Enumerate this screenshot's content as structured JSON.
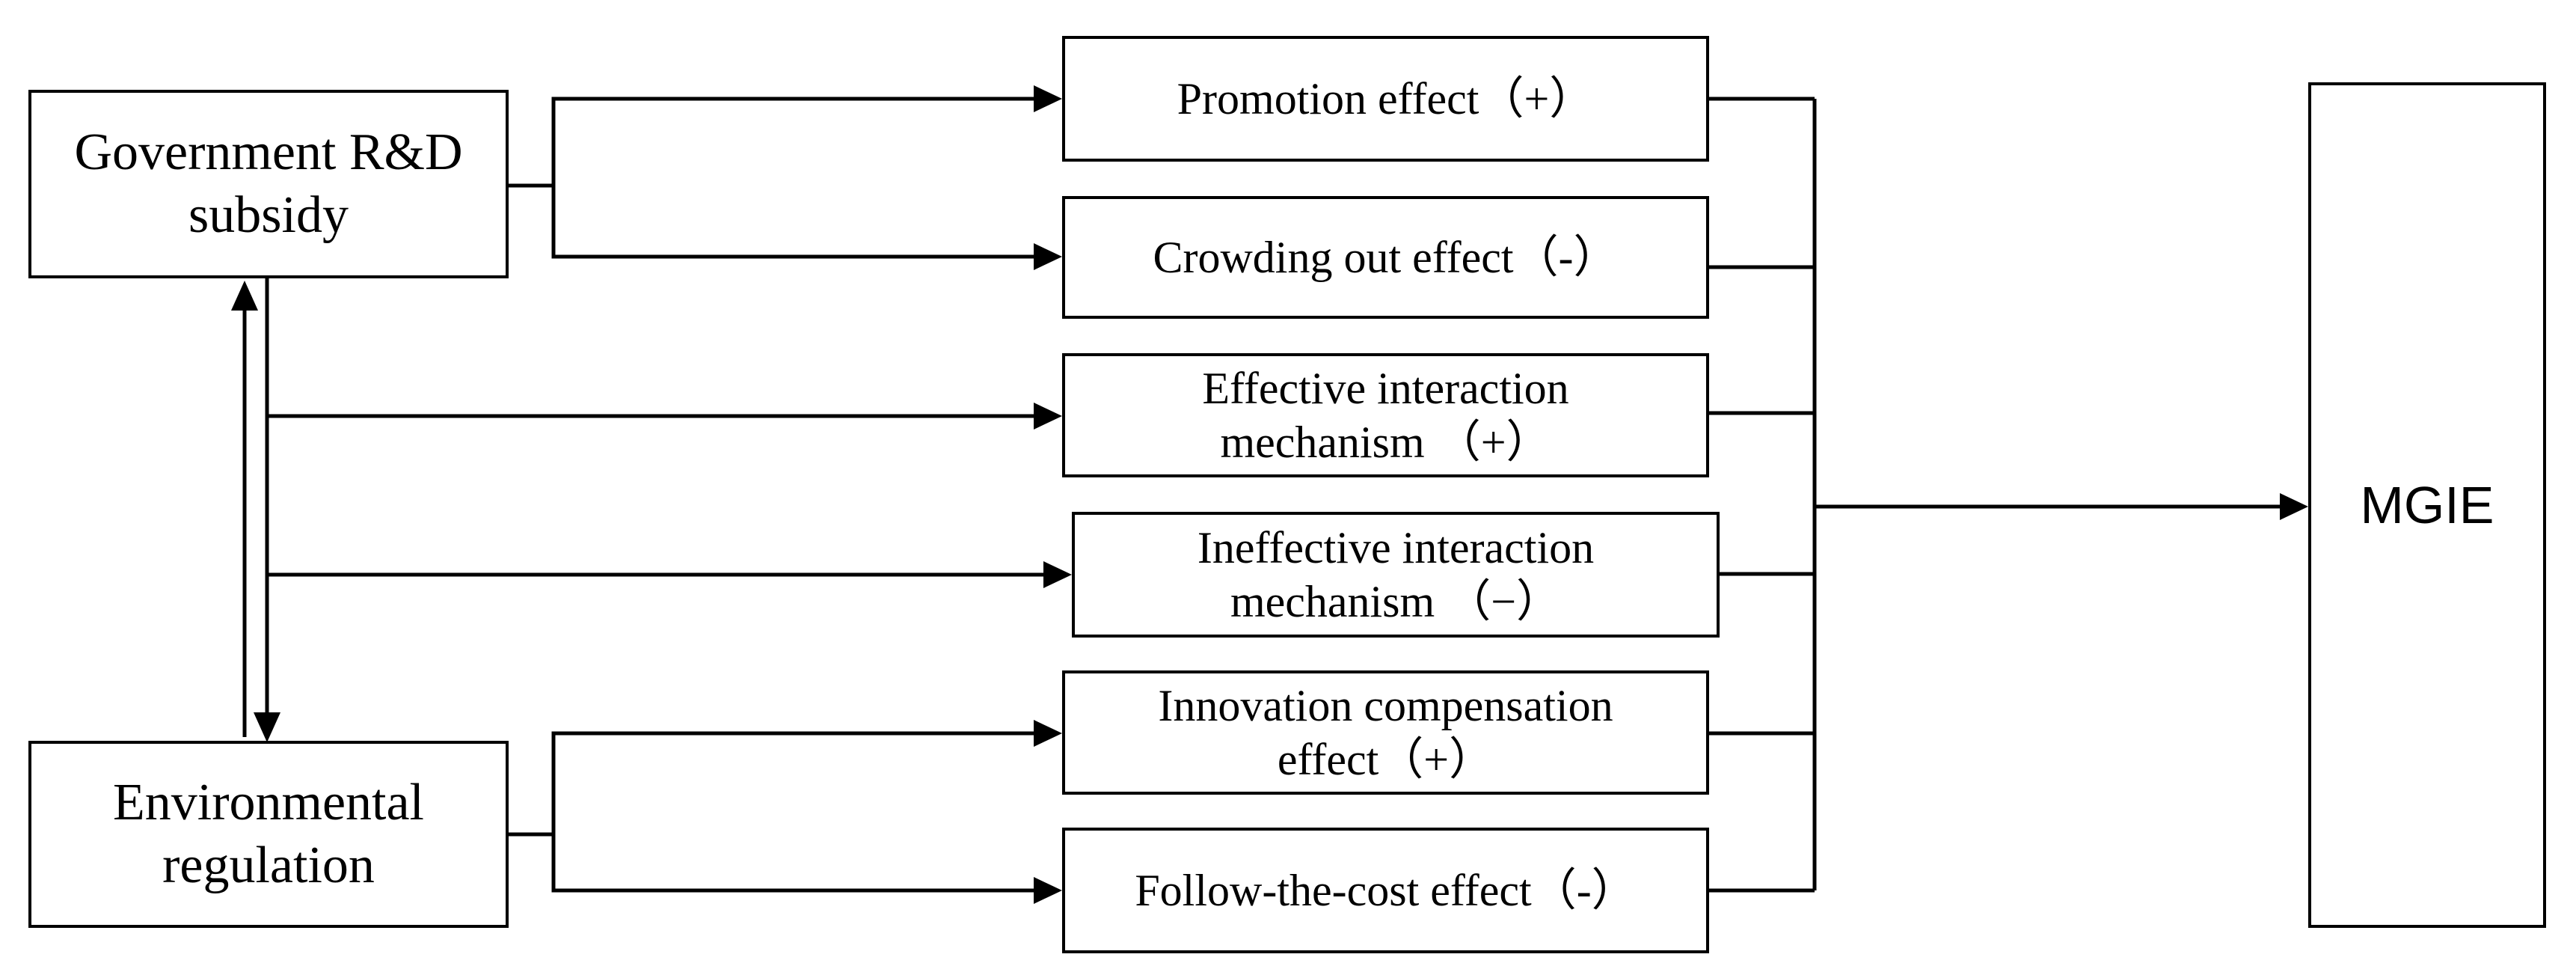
{
  "nodes": {
    "gov": [
      "Government R&D",
      "subsidy"
    ],
    "env": [
      "Environmental",
      "regulation"
    ],
    "promotion": [
      "Promotion effect（+）"
    ],
    "crowding": [
      "Crowding out effect（-）"
    ],
    "eff_interaction": [
      "Effective interaction",
      "mechanism （+）"
    ],
    "ineff_interaction": [
      "Ineffective interaction",
      "mechanism （−）"
    ],
    "innovation": [
      "Innovation compensation",
      "effect（+）"
    ],
    "follow_cost": [
      "Follow-the-cost effect（-）"
    ],
    "mgie": [
      "MGIE"
    ]
  },
  "edges": [
    {
      "from": "gov",
      "to": "promotion"
    },
    {
      "from": "gov",
      "to": "crowding"
    },
    {
      "from": "gov",
      "to": "eff_interaction"
    },
    {
      "from": "gov",
      "to": "ineff_interaction"
    },
    {
      "from": "gov",
      "to": "env"
    },
    {
      "from": "env",
      "to": "gov"
    },
    {
      "from": "env",
      "to": "innovation"
    },
    {
      "from": "env",
      "to": "follow_cost"
    },
    {
      "from": "promotion",
      "to": "mgie"
    },
    {
      "from": "crowding",
      "to": "mgie"
    },
    {
      "from": "eff_interaction",
      "to": "mgie"
    },
    {
      "from": "ineff_interaction",
      "to": "mgie"
    },
    {
      "from": "innovation",
      "to": "mgie"
    },
    {
      "from": "follow_cost",
      "to": "mgie"
    }
  ]
}
